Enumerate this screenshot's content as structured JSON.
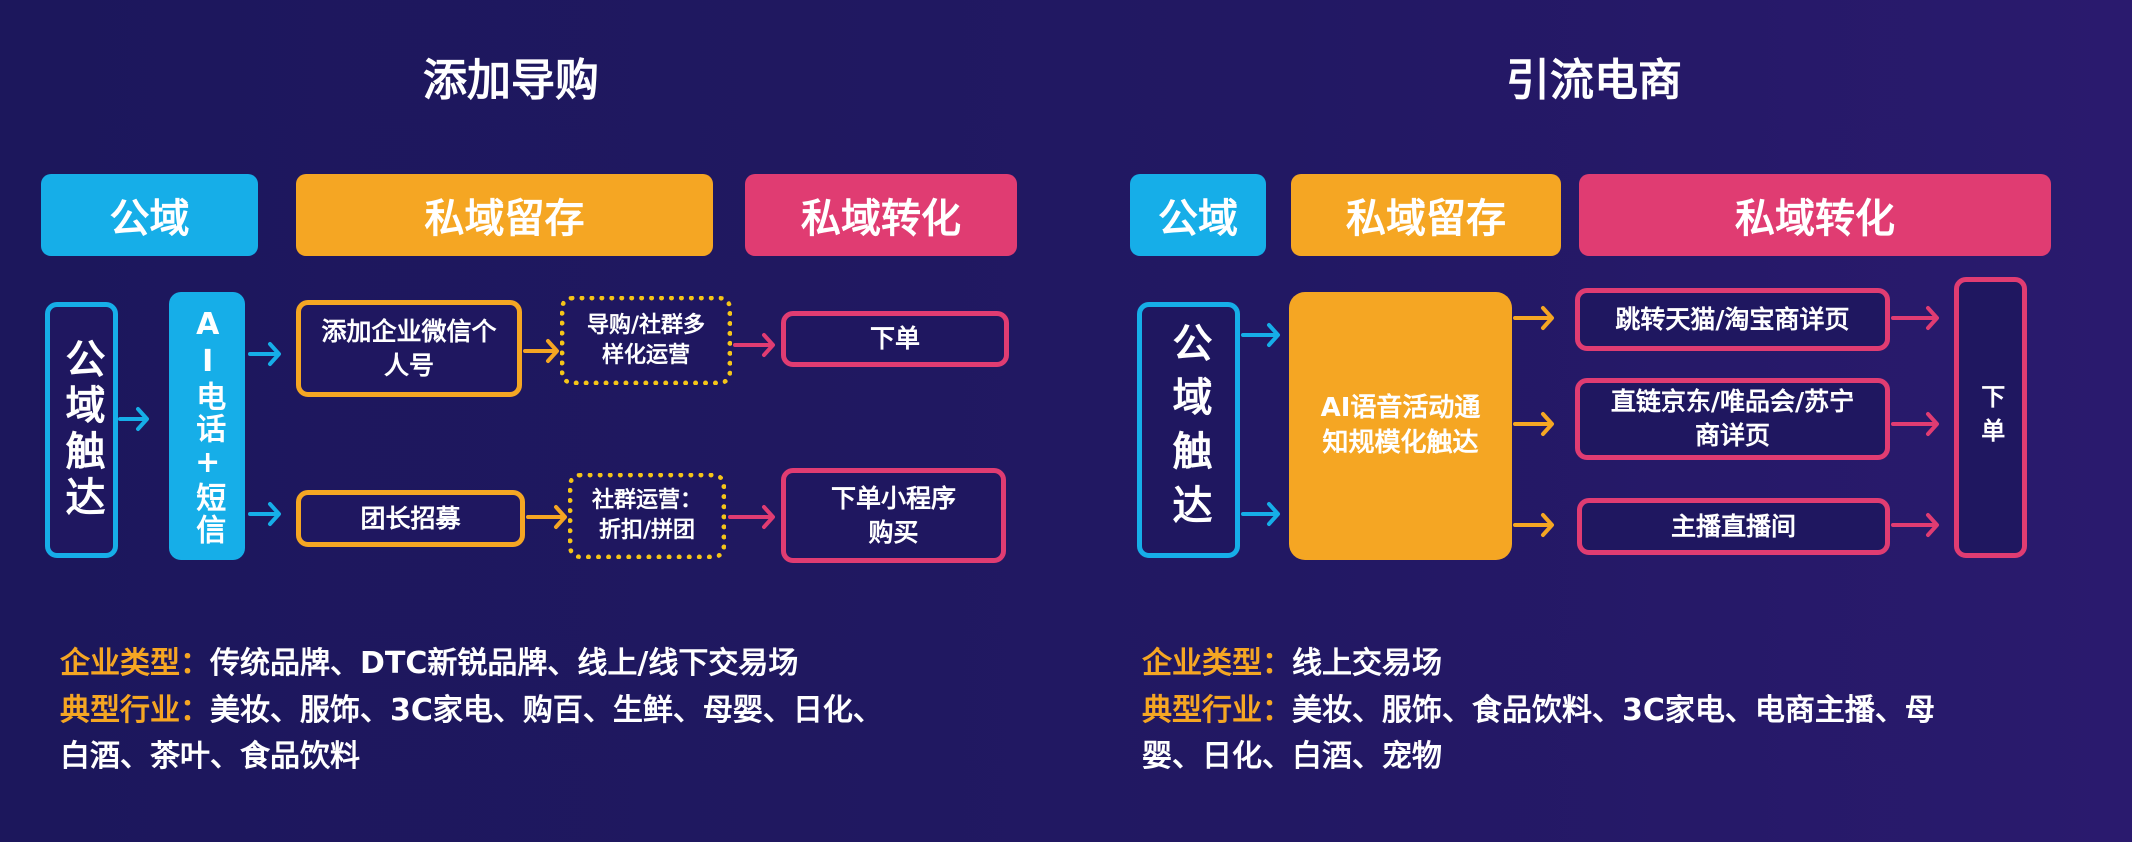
{
  "left": {
    "title": "添加导购",
    "headers": [
      "公域",
      "私域留存",
      "私域转化"
    ],
    "reach": "公域触达",
    "ai_channel": "AI电话+短信",
    "add_wechat": "添加企业微信个人号",
    "guide_ops": "导购/社群多样化运营",
    "order1": "下单",
    "leader": "团长招募",
    "group_ops": "社群运营：折扣/拼团",
    "order2": "下单小程序购买",
    "type_label": "企业类型：",
    "type_value": "传统品牌、DTC新锐品牌、线上/线下交易场",
    "industry_label": "典型行业：",
    "industry_value": "美妆、服饰、3C家电、购百、生鲜、母婴、日化、",
    "industry_value2": "白酒、茶叶、食品饮料"
  },
  "right": {
    "title": "引流电商",
    "headers": [
      "公域",
      "私域留存",
      "私域转化"
    ],
    "reach": "公域触达",
    "ai_notify": "AI语音活动通知规模化触达",
    "tmall": "跳转天猫/淘宝商详页",
    "jd": "直链京东/唯品会/苏宁商详页",
    "live": "主播直播间",
    "order": "下单",
    "type_label": "企业类型：",
    "type_value": "线上交易场",
    "industry_label": "典型行业：",
    "industry_value": "美妆、服饰、食品饮料、3C家电、电商主播、母",
    "industry_value2": "婴、日化、白酒、宠物"
  },
  "colors": {
    "cyan": "#16aee8",
    "orange": "#f5a623",
    "pink": "#e03c72",
    "bg": "#1f1760"
  }
}
